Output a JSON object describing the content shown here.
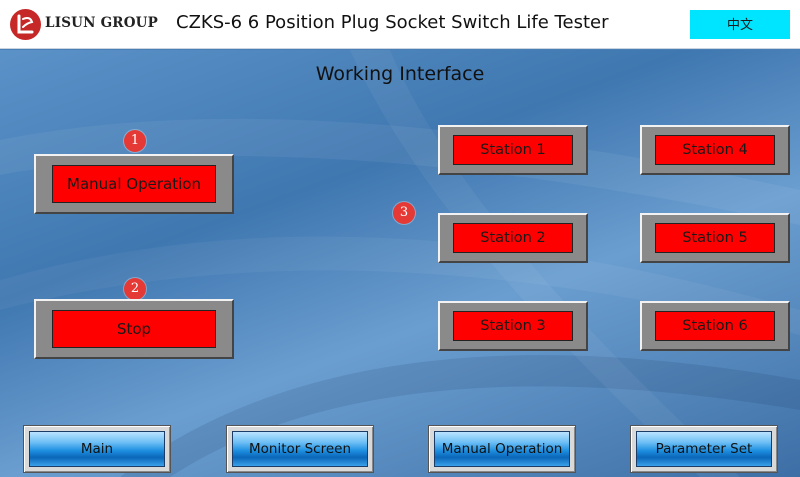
{
  "header": {
    "logo_text": "LISUN GROUP",
    "title": "CZKS-6 6 Position Plug Socket Switch Life Tester",
    "lang_button": "中文"
  },
  "screen": {
    "title": "Working Interface"
  },
  "left_panel": {
    "manual_operation": "Manual Operation",
    "stop": "Stop",
    "badge_1": "1",
    "badge_2": "2"
  },
  "stations": {
    "badge_3": "3",
    "items": [
      "Station 1",
      "Station 4",
      "Station 2",
      "Station 5",
      "Station 3",
      "Station 6"
    ]
  },
  "nav": {
    "items": [
      "Main",
      "Monitor Screen",
      "Manual Operation",
      "Parameter Set"
    ]
  },
  "colors": {
    "brand_red": "#c62828",
    "button_red": "#ff0000",
    "lang_button_cyan": "#00e5ff",
    "background_blue": "#4a7fb5"
  },
  "icons": {
    "logo": "lisun-logo-icon"
  }
}
